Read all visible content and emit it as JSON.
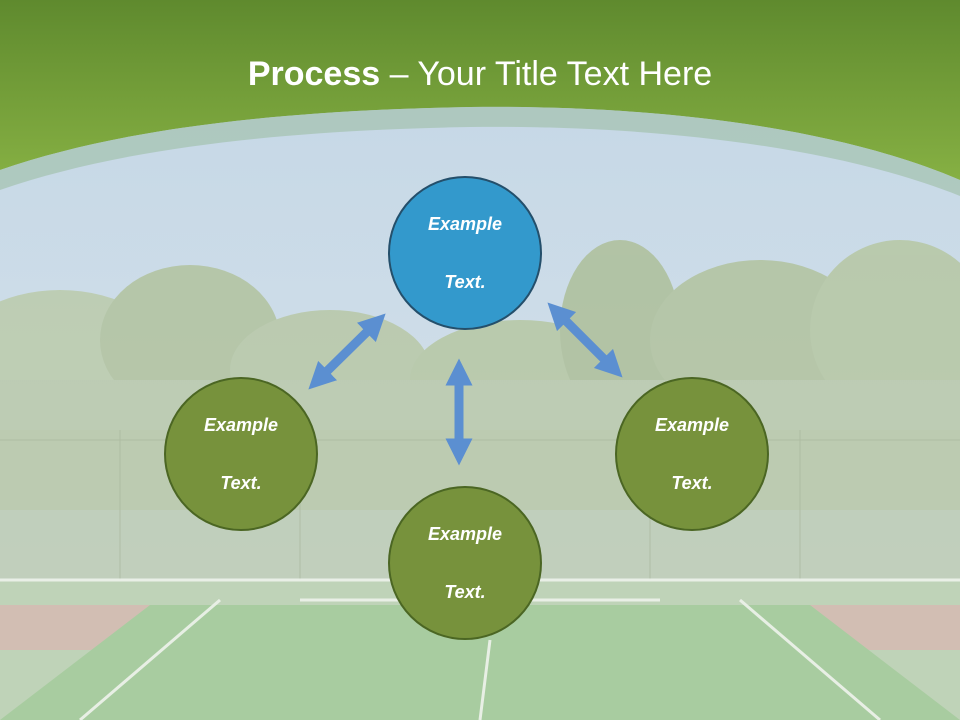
{
  "title": {
    "bold": "Process",
    "rest": " – Your Title Text Here"
  },
  "colors": {
    "header_green": "#7aa83e",
    "node_green": "#77923c",
    "node_blue": "#3399cc",
    "arrow_blue": "#5b8fd1"
  },
  "nodes": [
    {
      "id": "top",
      "label_line1": "Example",
      "label_line2": "Text.",
      "color": "blue"
    },
    {
      "id": "left",
      "label_line1": "Example",
      "label_line2": "Text.",
      "color": "green"
    },
    {
      "id": "right",
      "label_line1": "Example",
      "label_line2": "Text.",
      "color": "green"
    },
    {
      "id": "bottom",
      "label_line1": "Example",
      "label_line2": "Text.",
      "color": "green"
    }
  ],
  "arrows": [
    {
      "from": "top",
      "to": "left",
      "type": "double"
    },
    {
      "from": "top",
      "to": "right",
      "type": "double"
    },
    {
      "from": "top",
      "to": "bottom",
      "type": "double"
    }
  ]
}
